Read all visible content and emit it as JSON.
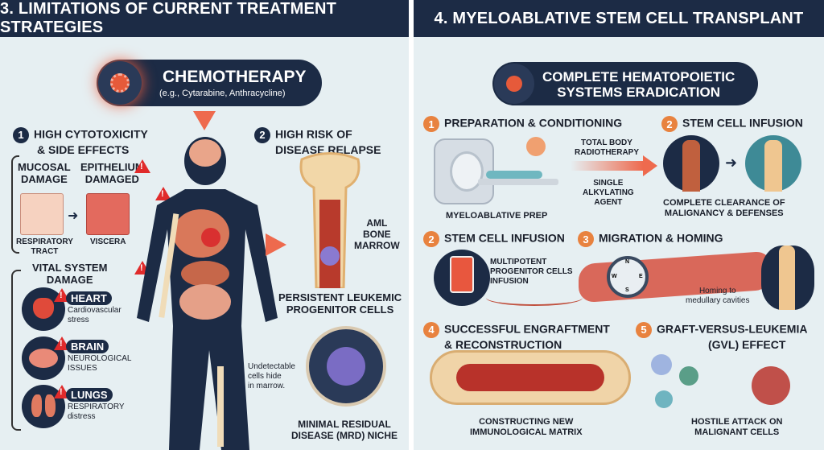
{
  "left": {
    "title": "3. LIMITATIONS OF CURRENT TREATMENT STRATEGIES",
    "chemo": {
      "title": "CHEMOTHERAPY",
      "subtitle": "(e.g., Cytarabine, Anthracycline)"
    },
    "s1": {
      "num": "1",
      "title1": "HIGH CYTOTOXICITY",
      "title2": "& SIDE EFFECTS"
    },
    "mucosal": {
      "l1": "MUCOSAL",
      "l2": "DAMAGE",
      "r1": "EPITHELIUM",
      "r2": "DAMAGED",
      "cap_left1": "RESPIRATORY",
      "cap_left2": "TRACT",
      "cap_right": "VISCERA"
    },
    "vital": {
      "l1": "VITAL SYSTEM",
      "l2": "DAMAGE",
      "items": [
        {
          "name": "HEART",
          "d1": "Cardiovascular",
          "d2": "stress",
          "icon": "heart-icon"
        },
        {
          "name": "BRAIN",
          "d1": "NEUROLOGICAL",
          "d2": "ISSUES",
          "icon": "brain-icon"
        },
        {
          "name": "LUNGS",
          "d1": "RESPIRATORY",
          "d2": "distress",
          "icon": "lungs-icon"
        }
      ]
    },
    "s2": {
      "num": "2",
      "title1": "HIGH RISK OF",
      "title2": "DISEASE RELAPSE"
    },
    "aml": {
      "l1": "AML",
      "l2": "BONE",
      "l3": "MARROW"
    },
    "persistent": {
      "l1": "PERSISTENT LEUKEMIC",
      "l2": "PROGENITOR CELLS"
    },
    "undetect": {
      "l1": "Undetectable",
      "l2": "cells hide",
      "l3": "in marrow."
    },
    "mrd": {
      "l1": "MINIMAL RESIDUAL",
      "l2": "DISEASE (MRD) NICHE"
    }
  },
  "right": {
    "title": "4. MYELOABLATIVE STEM CELL TRANSPLANT",
    "banner": {
      "l1": "COMPLETE HEMATOPOIETIC",
      "l2": "SYSTEMS ERADICATION"
    },
    "s1": {
      "num": "1",
      "title": "PREPARATION & CONDITIONING",
      "caption": "MYELOABLATIVE PREP",
      "tbr1": "TOTAL BODY",
      "tbr2": "RADIOTHERAPY",
      "sa1": "SINGLE",
      "sa2": "ALKYLATING",
      "sa3": "AGENT"
    },
    "s2a": {
      "num": "2",
      "title": "STEM CELL INFUSION",
      "c1": "COMPLETE CLEARANCE OF",
      "c2": "MALIGNANCY & DEFENSES"
    },
    "s2b": {
      "num": "2",
      "title": "STEM CELL INFUSION",
      "l1": "MULTIPOTENT",
      "l2": "PROGENITOR CELLS",
      "l3": "INFUSION"
    },
    "s3": {
      "num": "3",
      "title": "MIGRATION & HOMING",
      "h1": "Homing to",
      "h2": "medullary cavities",
      "compass": [
        "N",
        "S",
        "E",
        "W"
      ]
    },
    "s4": {
      "num": "4",
      "title1": "SUCCESSFUL ENGRAFTMENT",
      "title2": "& RECONSTRUCTION",
      "c1": "CONSTRUCTING NEW",
      "c2": "IMMUNOLOGICAL MATRIX"
    },
    "s5": {
      "num": "5",
      "title1": "GRAFT-VERSUS-LEUKEMIA",
      "title2": "(GvL) EFFECT",
      "c1": "HOSTILE ATTACK ON",
      "c2": "MALIGNANT CELLS"
    }
  },
  "colors": {
    "navy": "#1c2b45",
    "orange": "#e8823f",
    "red": "#e02b2b",
    "background": "#e6eff2"
  }
}
